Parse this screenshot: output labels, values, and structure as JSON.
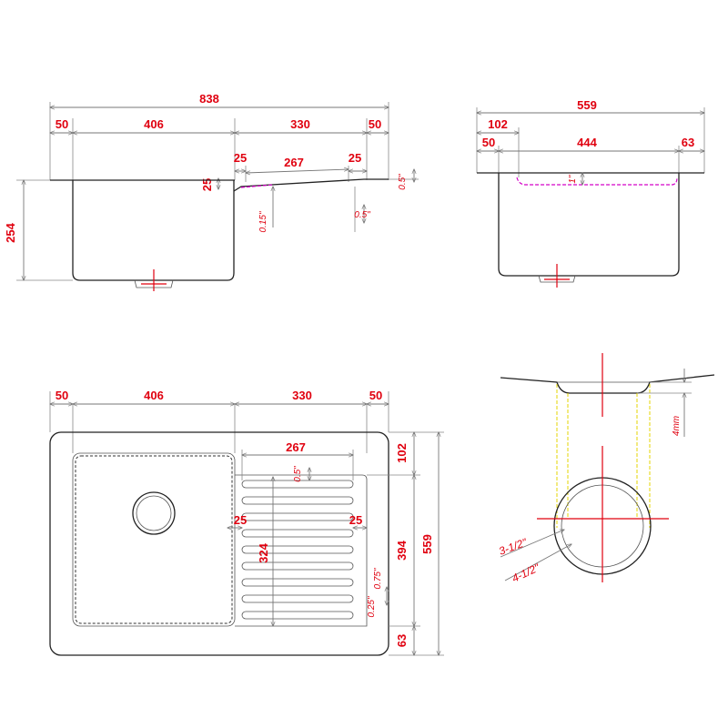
{
  "dimensions": {
    "top_view": {
      "overall_width": "838",
      "left_margin": "50",
      "bowl_width": "406",
      "drainer_width": "330",
      "right_margin": "50",
      "drainer_inset_left": "25",
      "drainer_inner": "267",
      "drainer_inset_right": "25",
      "step_height": "25",
      "depth": "254",
      "slope_label": "0.15\"",
      "lip_top": "0.5\"",
      "lip_bottom": "0.5\""
    },
    "side_view": {
      "overall_depth": "559",
      "back_offset": "102",
      "back_margin": "50",
      "inner_depth": "444",
      "front_margin": "63",
      "rim_label": "1\""
    },
    "plan_view": {
      "left_margin": "50",
      "bowl_width": "406",
      "drainer_width": "330",
      "right_margin": "50",
      "drainer_inner": "267",
      "groove_top": "0.5\"",
      "inset_left": "25",
      "inset_right": "25",
      "groove_length": "324",
      "groove_pitch": "0.75\"",
      "groove_width": "0.25\"",
      "back_dim": "102",
      "mid_dim": "394",
      "front_dim": "63",
      "overall_depth": "559"
    },
    "drain_detail": {
      "flange_thickness": "4mm",
      "outer_diameter": "3-1/2\"",
      "inner_diameter": "4-1/2\""
    }
  },
  "colors": {
    "dimension_text": "#e0000f",
    "slope_highlight": "#d400c8",
    "drain_guides": "#e6d600"
  }
}
